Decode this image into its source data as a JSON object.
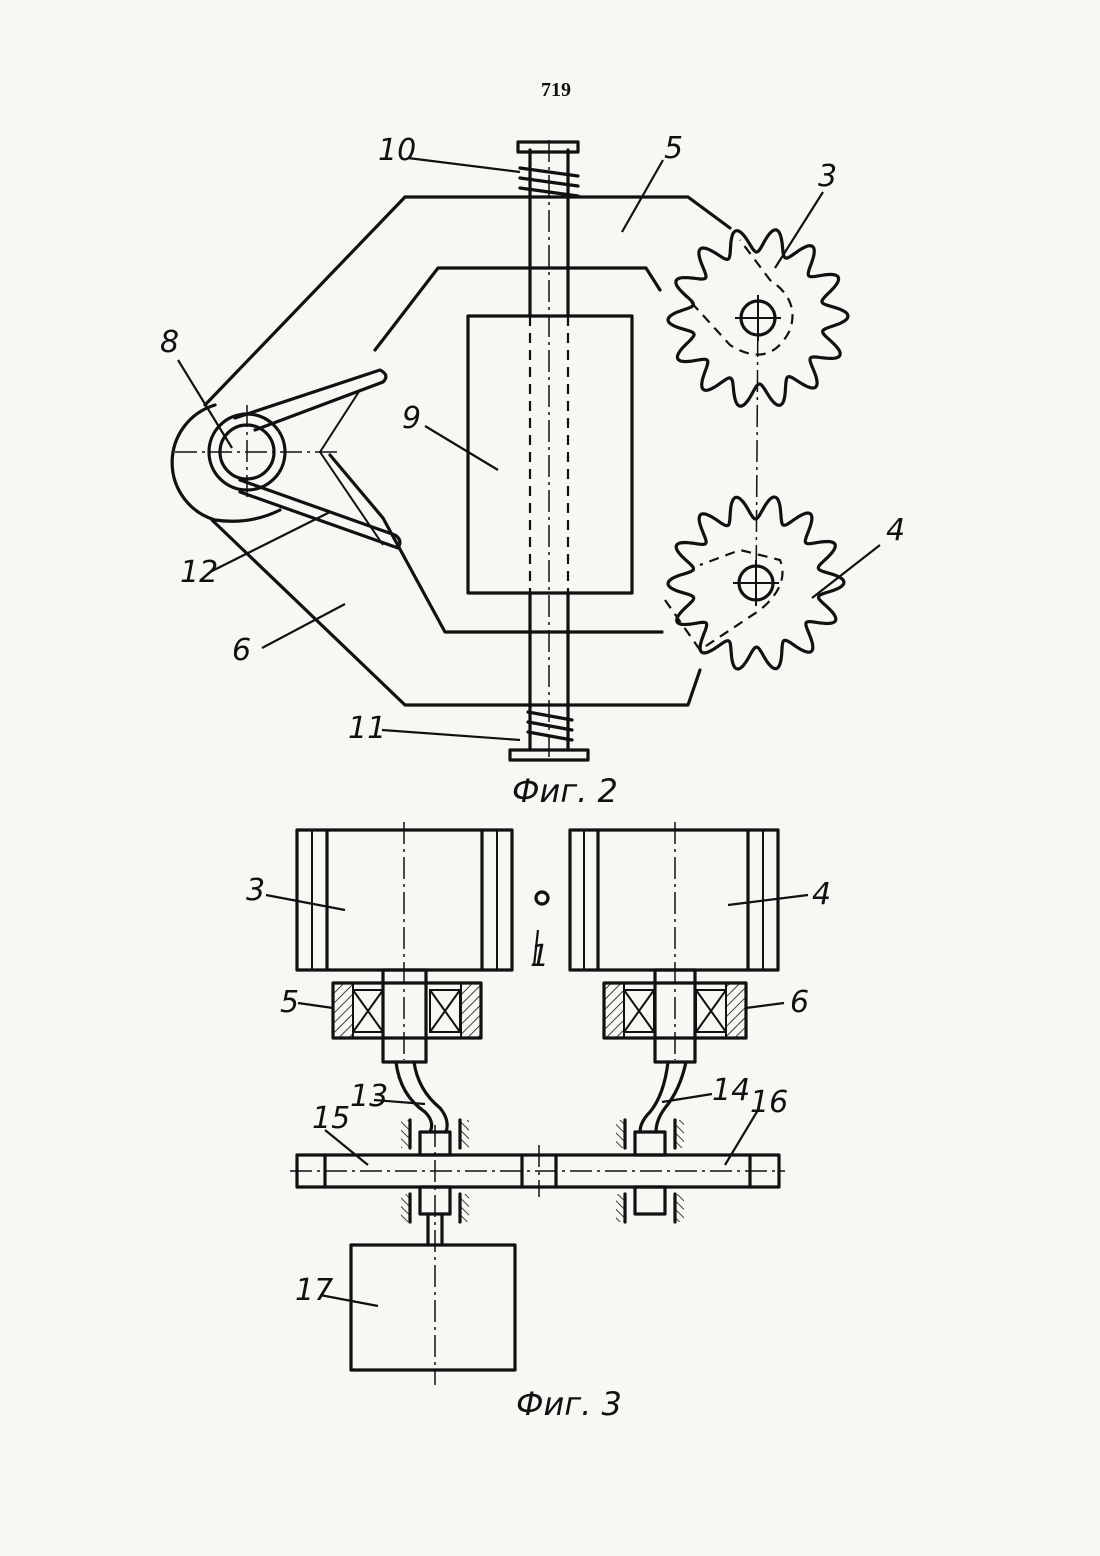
{
  "page_number": "719",
  "figure2": {
    "caption": "Фиг. 2",
    "labels": {
      "l10": "10",
      "l5": "5",
      "l3": "3",
      "l8": "8",
      "l9": "9",
      "l4": "4",
      "l12": "12",
      "l6": "6",
      "l11": "11"
    }
  },
  "figure3": {
    "caption": "Фиг. 3",
    "labels": {
      "l3": "3",
      "l4": "4",
      "l1": "1",
      "l5": "5",
      "l6": "6",
      "l13": "13",
      "l14": "14",
      "l15": "15",
      "l16": "16",
      "l17": "17"
    }
  }
}
